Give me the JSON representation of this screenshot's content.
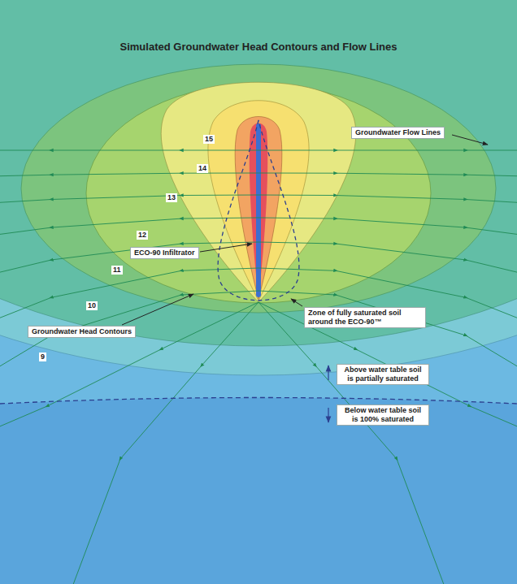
{
  "diagram": {
    "title": "Simulated Groundwater Head Contours and Flow Lines",
    "nodes": [
      {
        "text": [
          "Groundwater Flow Lines"
        ]
      },
      {
        "text": [
          "ECO-90 Infiltrator"
        ]
      },
      {
        "text": [
          "Zone of fully saturated soil around the ECO-90™"
        ]
      },
      {
        "text": [
          "Groundwater Head Contours"
        ]
      },
      {
        "text": [
          "Above water table soil is partially saturated"
        ]
      },
      {
        "text": [
          "Below water table soil is 100% saturated"
        ]
      }
    ],
    "labels": [
      "15",
      "14",
      "13",
      "12",
      "11",
      "10",
      "9"
    ]
  }
}
